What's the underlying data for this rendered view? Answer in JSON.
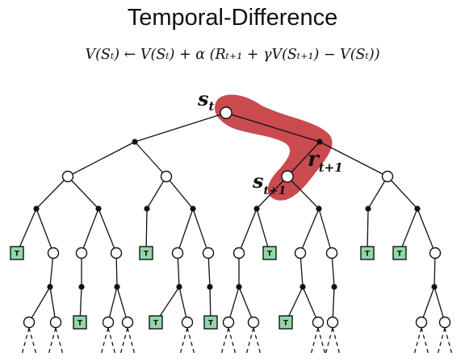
{
  "title": "Temporal-Difference",
  "formula": "V(Sₜ) ← V(Sₜ) + α (Rₜ₊₁ + γV(Sₜ₊₁) − V(Sₜ))",
  "labels": {
    "s_t_base": "s",
    "s_t_sub": "t",
    "r_base": "r",
    "r_sub": "t+1",
    "s_next_base": "s",
    "s_next_sub": "t+1"
  },
  "terminal_label": "T",
  "highlight_color": "#c94a4f"
}
